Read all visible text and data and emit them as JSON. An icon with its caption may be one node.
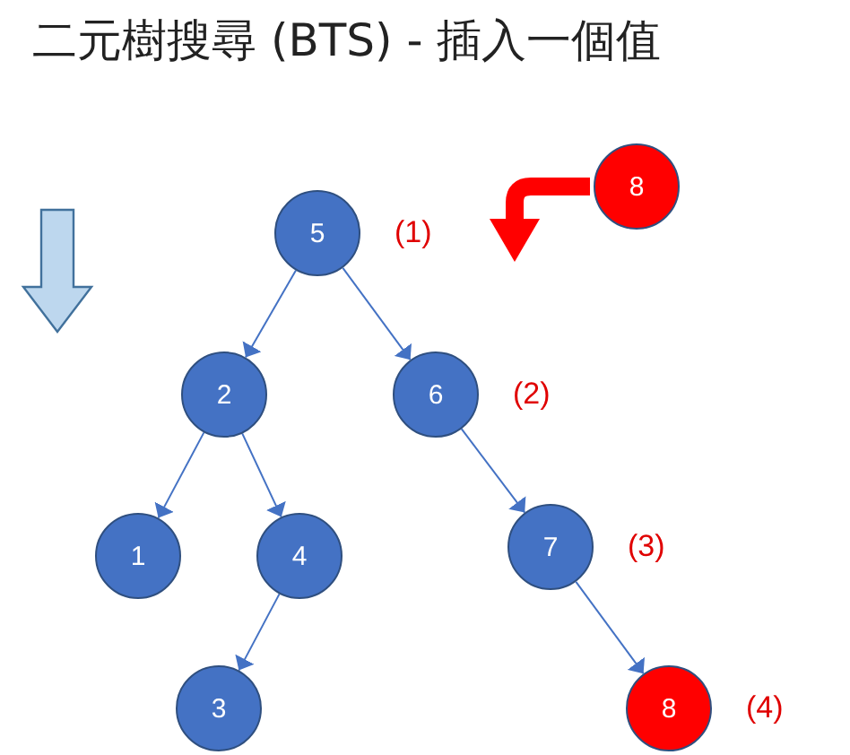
{
  "diagram": {
    "title": "二元樹搜尋 (BTS) - 插入一個值",
    "nodes": [
      {
        "text": [
          "8"
        ]
      },
      {
        "text": [
          "5"
        ],
        "beside": [
          "(1)"
        ]
      },
      {
        "text": [
          "2"
        ]
      },
      {
        "text": [
          "6"
        ],
        "beside": [
          "(2)"
        ]
      },
      {
        "text": [
          "1"
        ]
      },
      {
        "text": [
          "4"
        ]
      },
      {
        "text": [
          "7"
        ],
        "beside": [
          "(3)"
        ]
      },
      {
        "text": [
          "3"
        ]
      },
      {
        "text": [
          "8"
        ],
        "beside": [
          "(4)"
        ]
      }
    ],
    "edges": [
      {
        "from": 1,
        "to": 2,
        "arrow": "to"
      },
      {
        "from": 1,
        "to": 3,
        "arrow": "to"
      },
      {
        "from": 2,
        "to": 4,
        "arrow": "to"
      },
      {
        "from": 2,
        "to": 5,
        "arrow": "to"
      },
      {
        "from": 3,
        "to": 6,
        "arrow": "to"
      },
      {
        "from": 5,
        "to": 7,
        "arrow": "to"
      },
      {
        "from": 6,
        "to": 8,
        "arrow": "to"
      },
      {
        "from": 0,
        "to": null,
        "arrow": "to",
        "style": "thick",
        "color": "#ff0000"
      }
    ]
  }
}
